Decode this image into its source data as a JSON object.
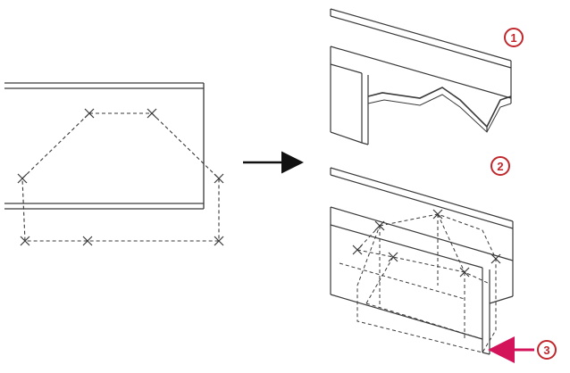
{
  "colors": {
    "line": "#3a3a3a",
    "callout_red": "#c0282d",
    "arrow_red": "#d4145a",
    "background": "#ffffff"
  },
  "callouts": [
    {
      "label": "1"
    },
    {
      "label": "2"
    },
    {
      "label": "3"
    }
  ],
  "icons": {
    "transform_arrow": "arrow-right-icon",
    "pointer_arrow": "arrow-left-icon",
    "point_marker": "cross-marker-icon"
  }
}
